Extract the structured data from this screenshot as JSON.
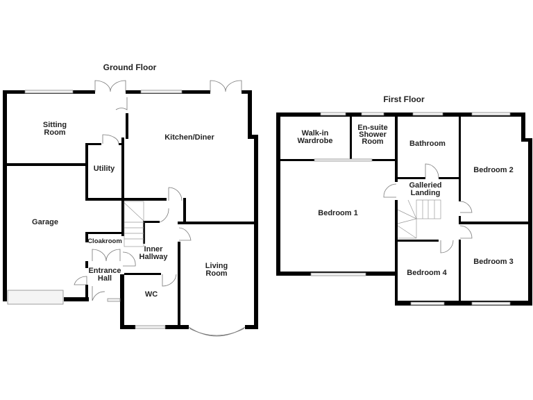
{
  "ground_floor": {
    "title": "Ground Floor",
    "rooms": {
      "sitting_room": [
        "Sitting",
        "Room"
      ],
      "kitchen_diner": "Kitchen/Diner",
      "utility": "Utility",
      "garage": "Garage",
      "cloakroom": "Cloakroom",
      "inner_hallway": [
        "Inner",
        "Hallway"
      ],
      "entrance_hall": [
        "Entrance",
        "Hall"
      ],
      "living_room": [
        "Living",
        "Room"
      ],
      "wc": "WC"
    }
  },
  "first_floor": {
    "title": "First Floor",
    "rooms": {
      "walk_in_wardrobe": [
        "Walk-in",
        "Wardrobe"
      ],
      "en_suite": [
        "En-suite",
        "Shower",
        "Room"
      ],
      "bathroom": "Bathroom",
      "bedroom_2": "Bedroom 2",
      "galleried_landing": [
        "Galleried",
        "Landing"
      ],
      "bedroom_1": "Bedroom 1",
      "bedroom_4": "Bedroom 4",
      "bedroom_3": "Bedroom 3"
    }
  }
}
